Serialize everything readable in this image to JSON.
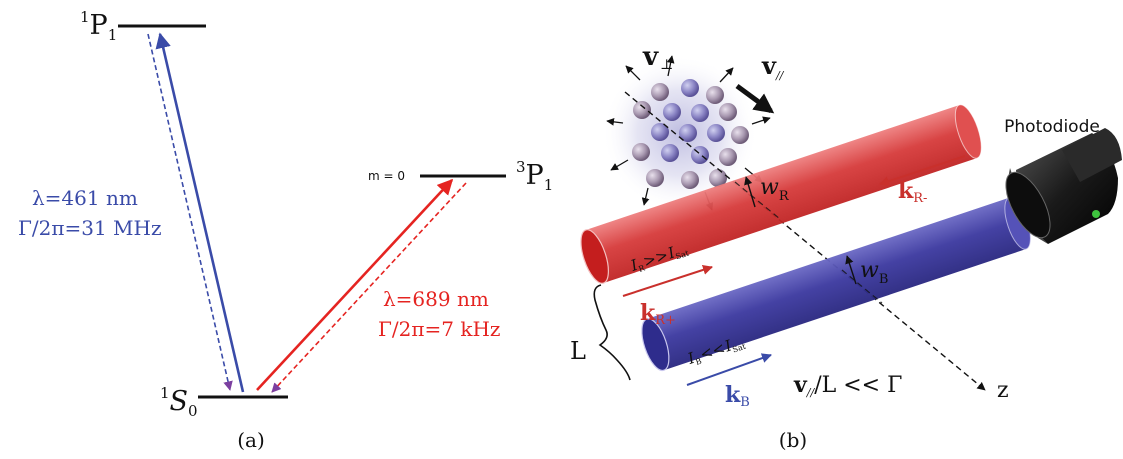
{
  "panel_a": {
    "caption": "(a)",
    "levels": {
      "ground": {
        "sup": "1",
        "letter": "S",
        "sub": "0"
      },
      "excited_singlet": {
        "sup": "1",
        "letter": "P",
        "sub": "1"
      },
      "excited_triplet": {
        "sup": "3",
        "letter": "P",
        "sub": "1",
        "m_label": "m = 0"
      }
    },
    "blue_transition": {
      "wavelength": "λ=461 nm",
      "linewidth": "Γ/2π=31 MHz",
      "color": "#3a4ba8"
    },
    "red_transition": {
      "wavelength": "λ=689 nm",
      "linewidth": "Γ/2π=7 kHz",
      "color": "#e52421"
    },
    "decay_color": "#7b3fa0"
  },
  "panel_b": {
    "caption": "(b)",
    "photodiode_label": "Photodiode",
    "v_perp": {
      "main": "v",
      "sub": "⊥"
    },
    "v_par": {
      "main": "v",
      "sub": "//"
    },
    "red_beam": {
      "color": "#d63a3a",
      "w": {
        "main": "w",
        "sub": "R"
      },
      "intensity": {
        "main": "I",
        "sub1": "R",
        "rel": ">>",
        "main2": "I",
        "sub2": "Sat"
      },
      "k_plus": {
        "main": "k",
        "sub": "R+"
      },
      "k_minus": {
        "main": "k",
        "sub": "R-"
      }
    },
    "blue_beam": {
      "color": "#3d3aa0",
      "w": {
        "main": "w",
        "sub": "B"
      },
      "intensity": {
        "main": "I",
        "sub1": "B",
        "rel": "<<",
        "main2": "I",
        "sub2": "Sat"
      },
      "k": {
        "main": "k",
        "sub": "B"
      }
    },
    "separation_label": "L",
    "condition": {
      "main": "v",
      "sub": "//",
      "rest": "/L << Γ"
    },
    "axis_label": "z"
  }
}
